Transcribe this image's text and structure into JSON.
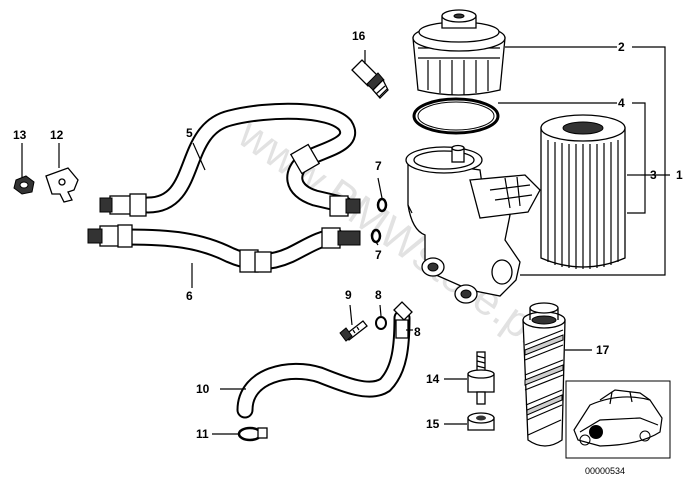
{
  "watermark": "www.BMWstore.pl",
  "image_code": "00000534",
  "labels": {
    "l1": "1",
    "l2": "2",
    "l3": "3",
    "l4": "4",
    "l5": "5",
    "l6": "6",
    "l7a": "7",
    "l7b": "7",
    "l8a": "8",
    "l8b": "8",
    "l9": "9",
    "l10": "10",
    "l11": "11",
    "l12": "12",
    "l13": "13",
    "l14": "14",
    "l15": "15",
    "l16": "16",
    "l17": "17"
  }
}
